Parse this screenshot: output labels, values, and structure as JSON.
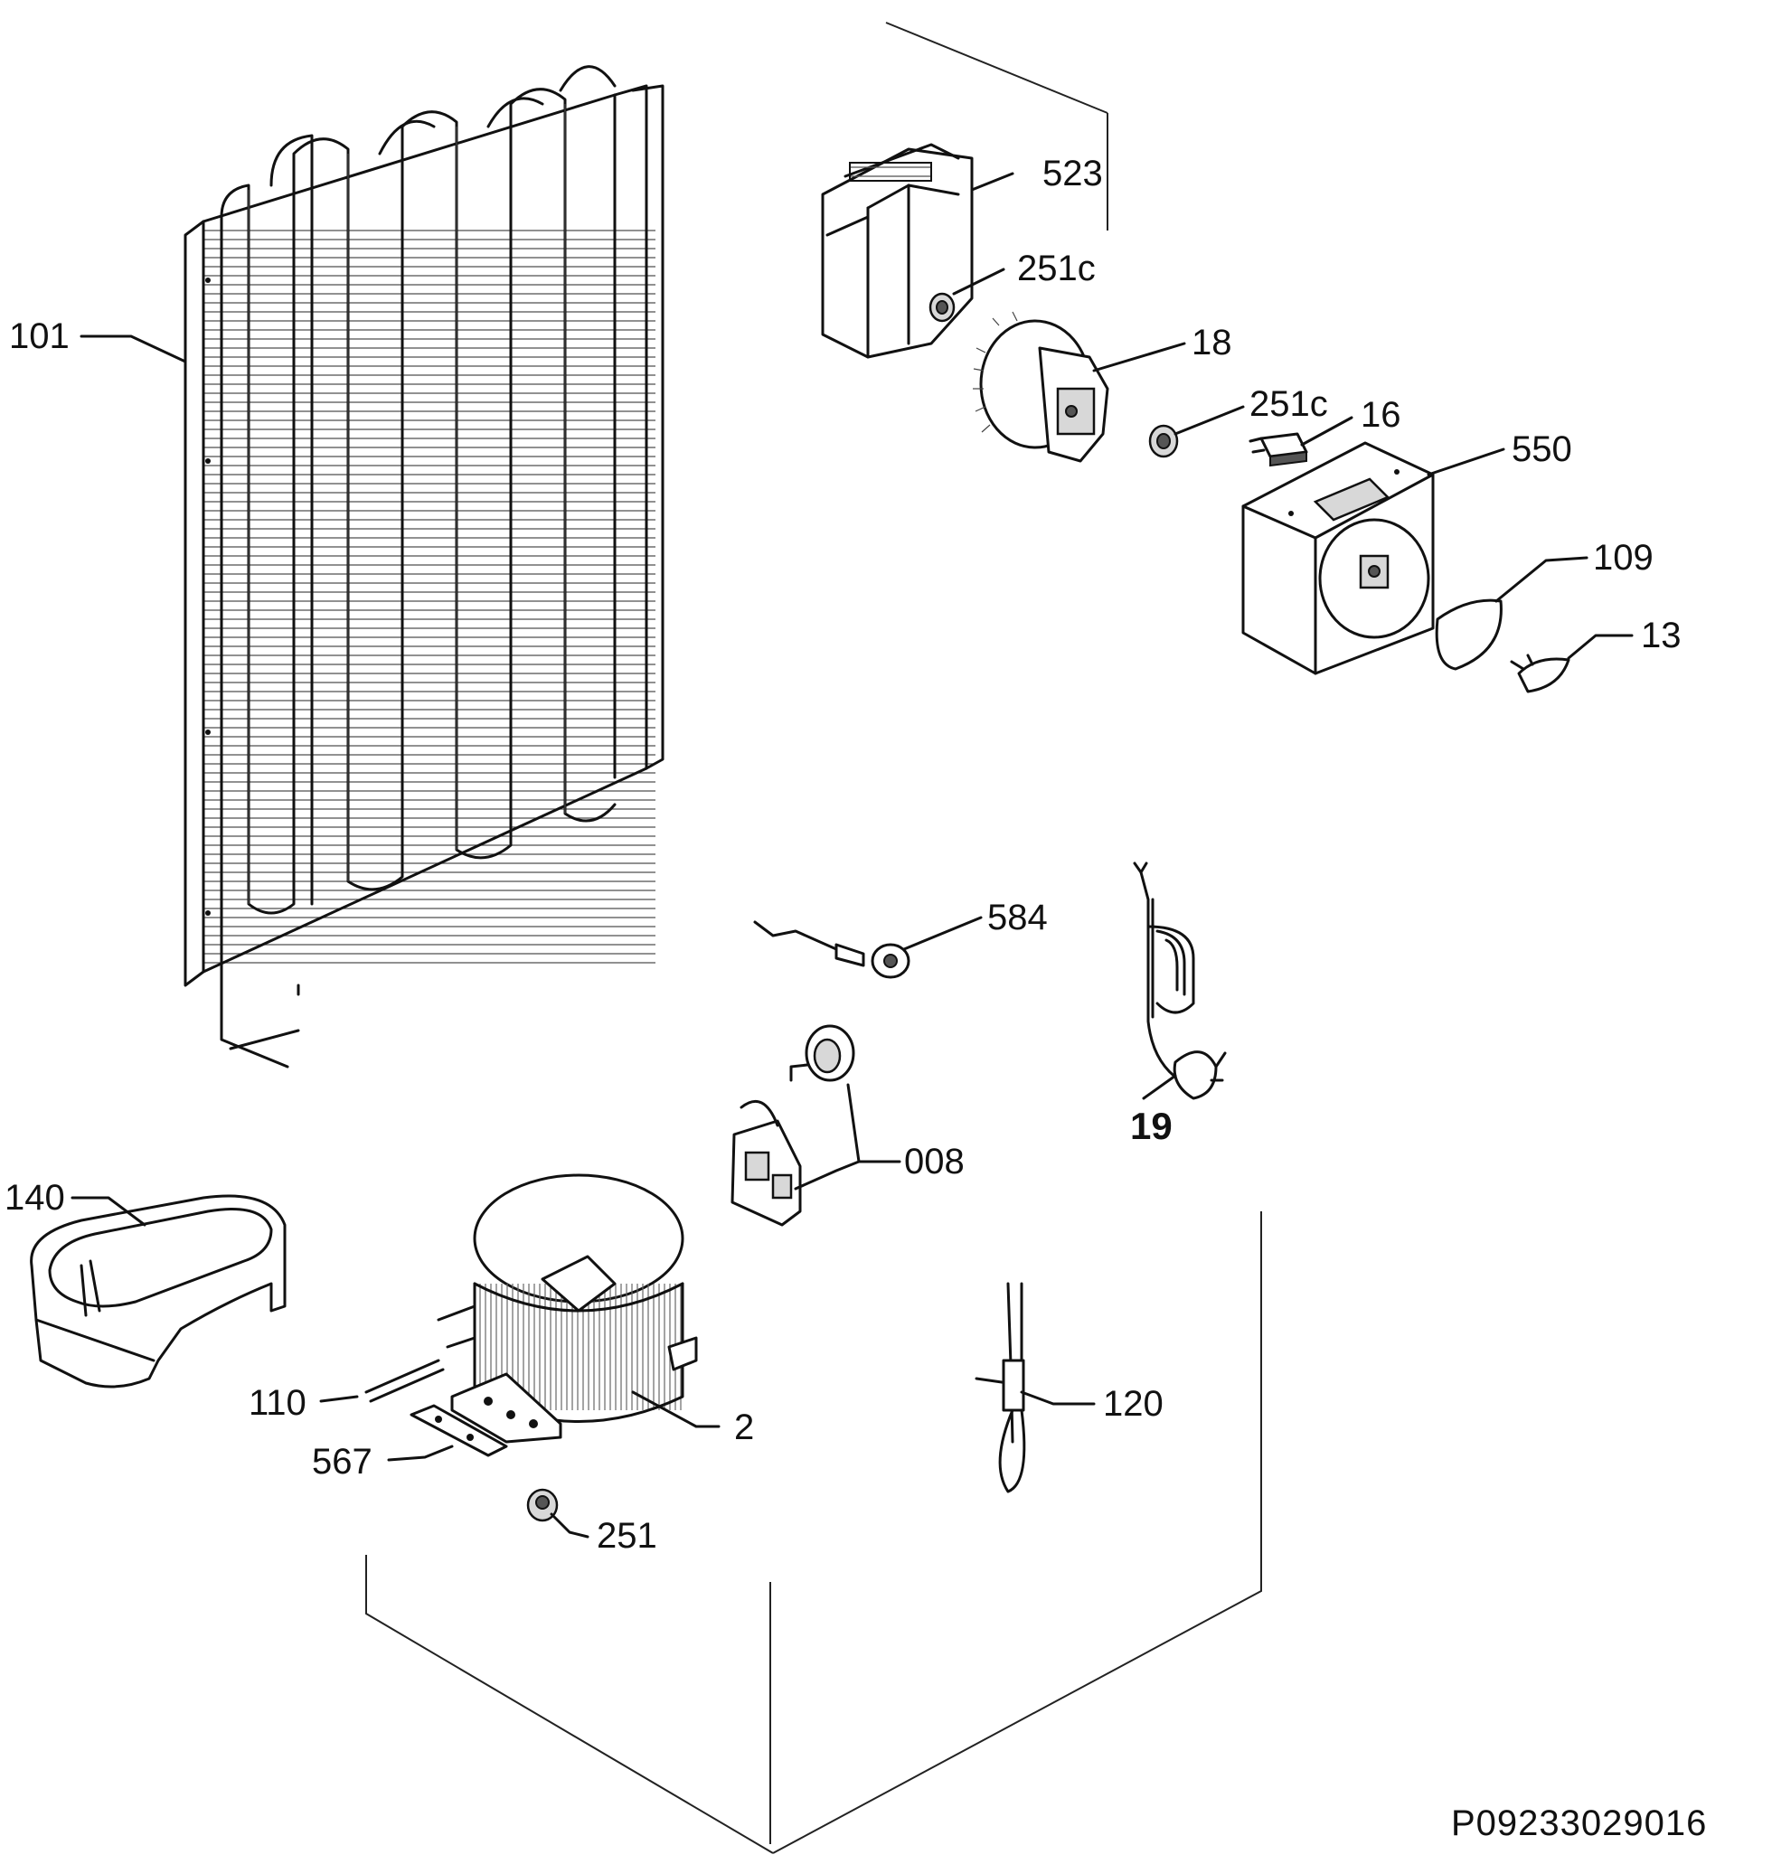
{
  "labels": {
    "p101": "101",
    "p523": "523",
    "p251c_a": "251c",
    "p18": "18",
    "p251c_b": "251c",
    "p16": "16",
    "p550": "550",
    "p109": "109",
    "p13": "13",
    "p584": "584",
    "p19": "19",
    "p008": "008",
    "p140": "140",
    "p110": "110",
    "p2": "2",
    "p567": "567",
    "p251": "251",
    "p120": "120"
  },
  "document_code": "P09233029016"
}
